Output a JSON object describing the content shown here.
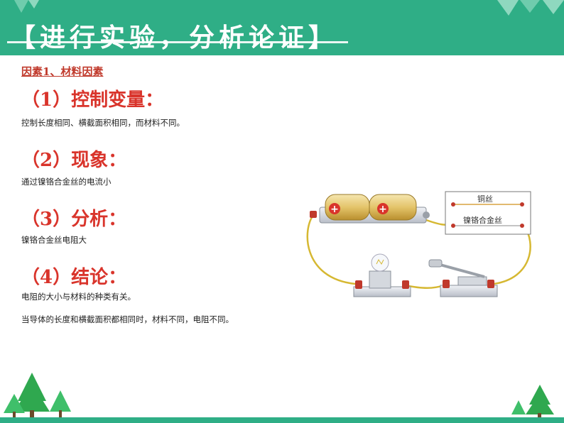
{
  "header": {
    "title": "【进行实验，分析论证】"
  },
  "factor_title": "因素1、材料因素",
  "sections": [
    {
      "heading": "（1）控制变量：",
      "text": "控制长度相同、横截面积相同，而材料不同。"
    },
    {
      "heading": "（2）现象：",
      "text": "通过镍铬合金丝的电流小"
    },
    {
      "heading": "（3）分析：",
      "text": "镍铬合金丝电阻大"
    },
    {
      "heading": "（4）结论：",
      "text": "电阻的大小与材料的种类有关。"
    }
  ],
  "conclusion_extra": "当导体的长度和横截面积都相同时，材料不同，电阻不同。",
  "circuit": {
    "battery_symbol_1": "+",
    "battery_symbol_2": "+",
    "wire_label_1": "铜丝",
    "wire_label_2": "镍铬合金丝"
  },
  "colors": {
    "header": "#2fae86",
    "heading": "#d9342b",
    "factor": "#c0392b"
  }
}
